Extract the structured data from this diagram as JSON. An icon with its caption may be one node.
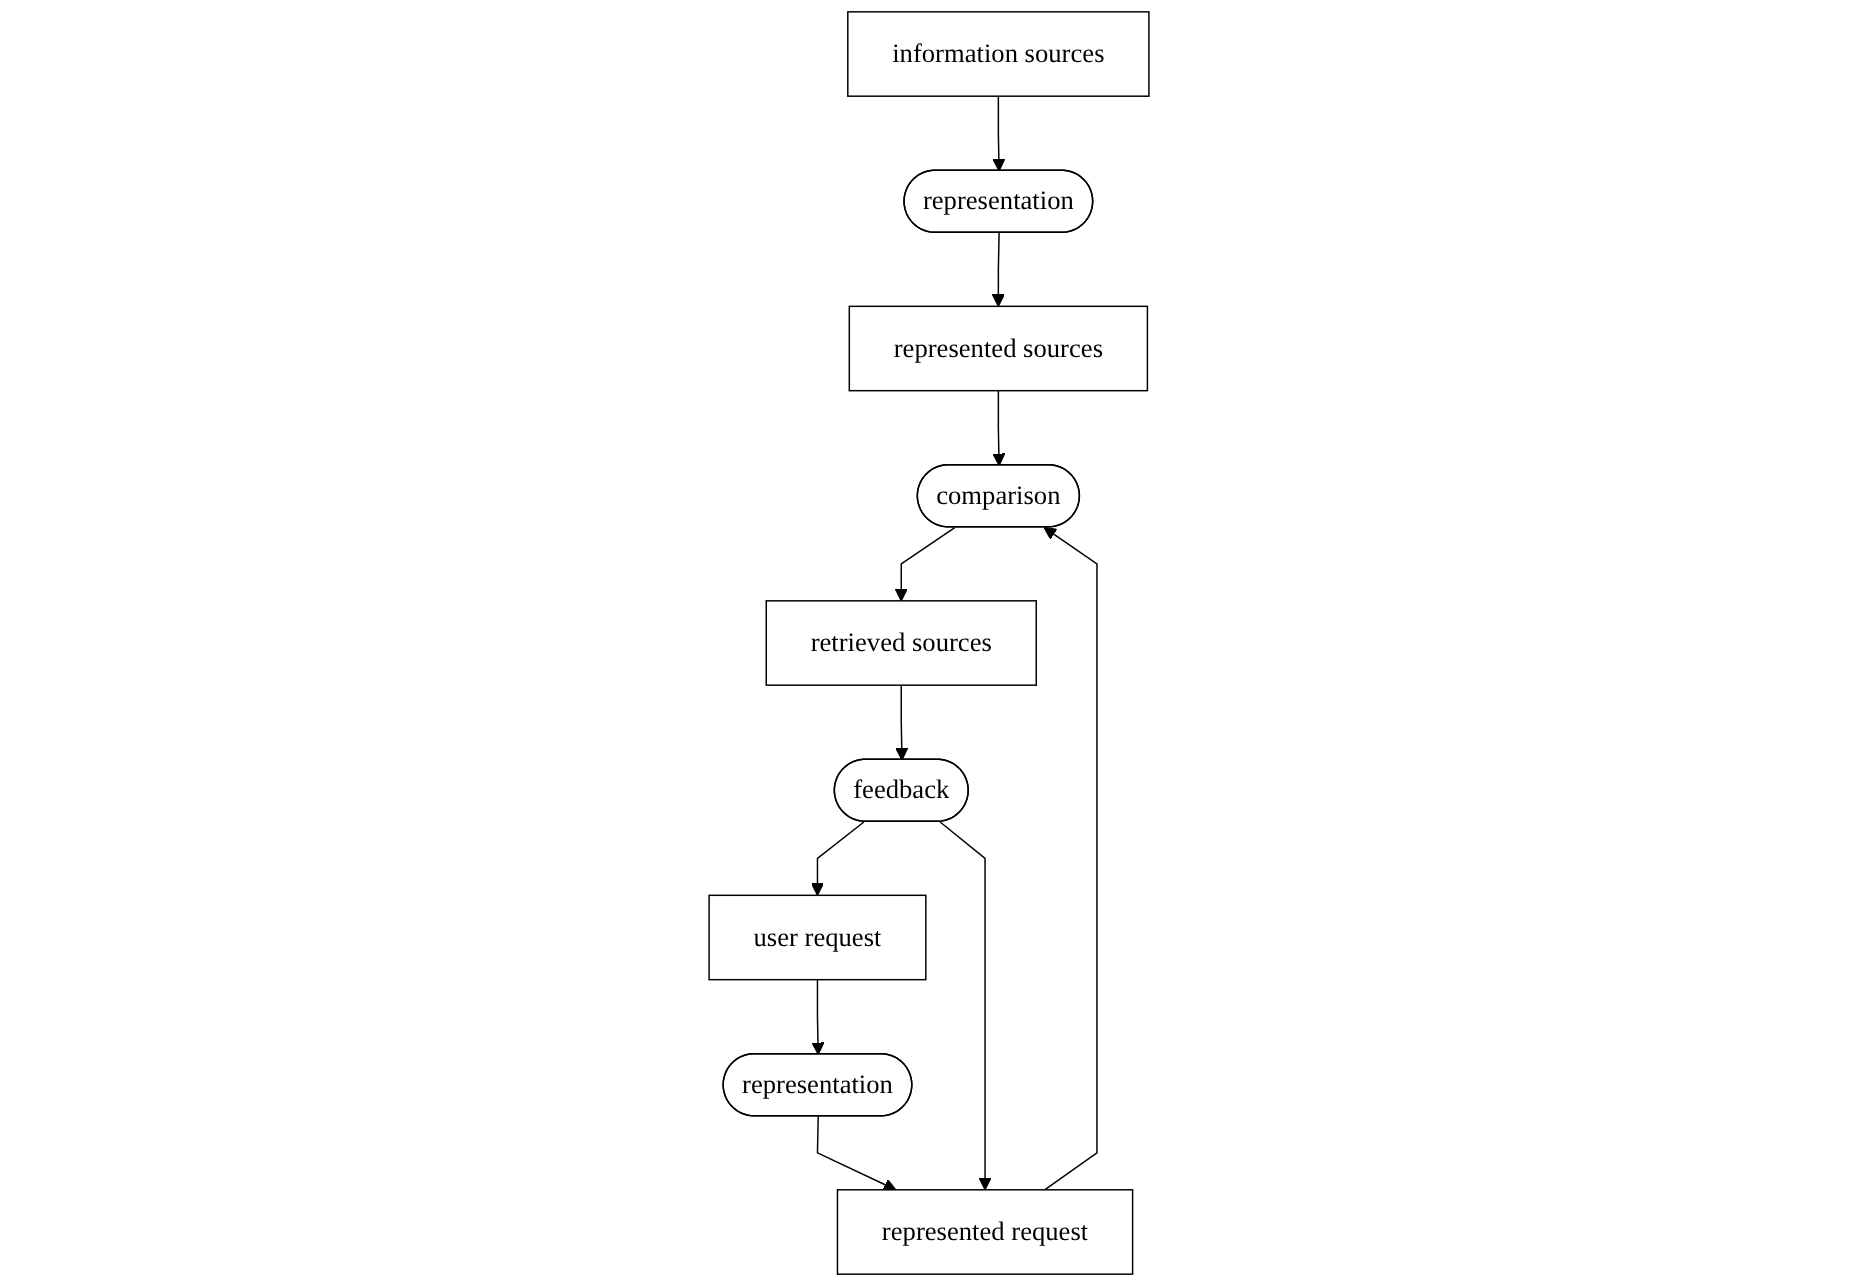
{
  "diagram": {
    "nodes": [
      {
        "text": [
          "information sources"
        ]
      },
      {
        "text": [
          "user request"
        ]
      },
      {
        "text": [
          "representation"
        ]
      },
      {
        "text": [
          "representation"
        ]
      },
      {
        "text": [
          "represented sources"
        ]
      },
      {
        "text": [
          "represented request"
        ]
      },
      {
        "text": [
          "comparison"
        ]
      },
      {
        "text": [
          "retrieved sources"
        ]
      },
      {
        "text": [
          "feedback"
        ]
      }
    ],
    "edges": [
      {
        "from": 0,
        "to": 2,
        "arrow": "to"
      },
      {
        "from": 1,
        "to": 3,
        "arrow": "to"
      },
      {
        "from": 2,
        "to": 4,
        "arrow": "to"
      },
      {
        "from": 3,
        "to": 5,
        "arrow": "to"
      },
      {
        "from": 4,
        "to": 6,
        "arrow": "to"
      },
      {
        "from": 5,
        "to": 6,
        "arrow": "to"
      },
      {
        "from": 6,
        "to": 7,
        "arrow": "to"
      },
      {
        "from": 7,
        "to": 8,
        "arrow": "to"
      },
      {
        "from": 8,
        "to": 5,
        "arrow": "to"
      },
      {
        "from": 8,
        "to": 1,
        "arrow": "to"
      }
    ]
  }
}
